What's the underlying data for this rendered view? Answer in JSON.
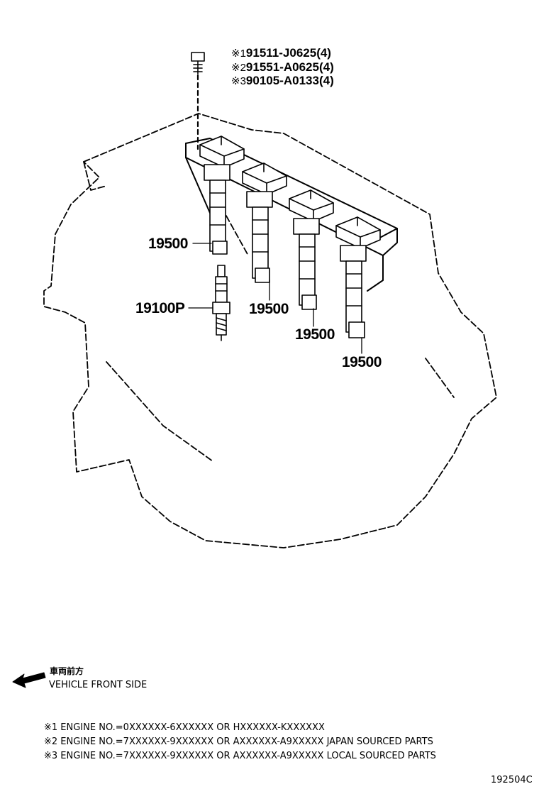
{
  "bolt_refs": [
    {
      "mark": "※1",
      "part": "91511-J0625(4)"
    },
    {
      "mark": "※2",
      "part": "91551-A0625(4)"
    },
    {
      "mark": "※3",
      "part": "90105-A0133(4)"
    }
  ],
  "callouts": {
    "coil_1": "19500",
    "coil_2": "19500",
    "coil_3": "19500",
    "coil_4": "19500",
    "spark_plug": "19100P"
  },
  "front_indicator": {
    "japanese": "車両前方",
    "english": "VEHICLE FRONT SIDE"
  },
  "notes": [
    "※1 ENGINE NO.=0XXXXXX-6XXXXXX OR HXXXXXX-KXXXXXX",
    "※2 ENGINE NO.=7XXXXXX-9XXXXXX OR AXXXXXX-A9XXXXX JAPAN SOURCED PARTS",
    "※3 ENGINE NO.=7XXXXXX-9XXXXXX OR AXXXXXX-A9XXXXX LOCAL SOURCED PARTS"
  ],
  "figure_id": "192504C",
  "colors": {
    "ink": "#000000",
    "paper": "#ffffff"
  }
}
